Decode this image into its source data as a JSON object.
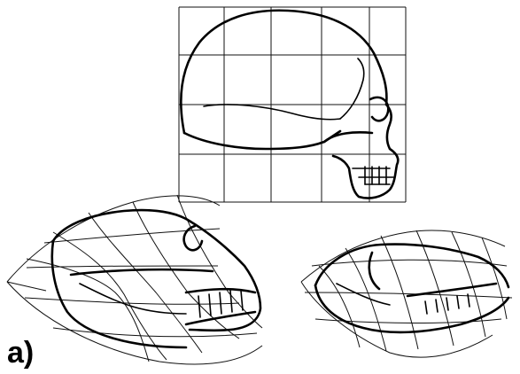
{
  "figure": {
    "panel_label": "a)",
    "panels": [
      {
        "name": "human-skull-grid"
      },
      {
        "name": "ape-skull-deformed-grid-left"
      },
      {
        "name": "ape-skull-deformed-grid-right"
      }
    ]
  }
}
